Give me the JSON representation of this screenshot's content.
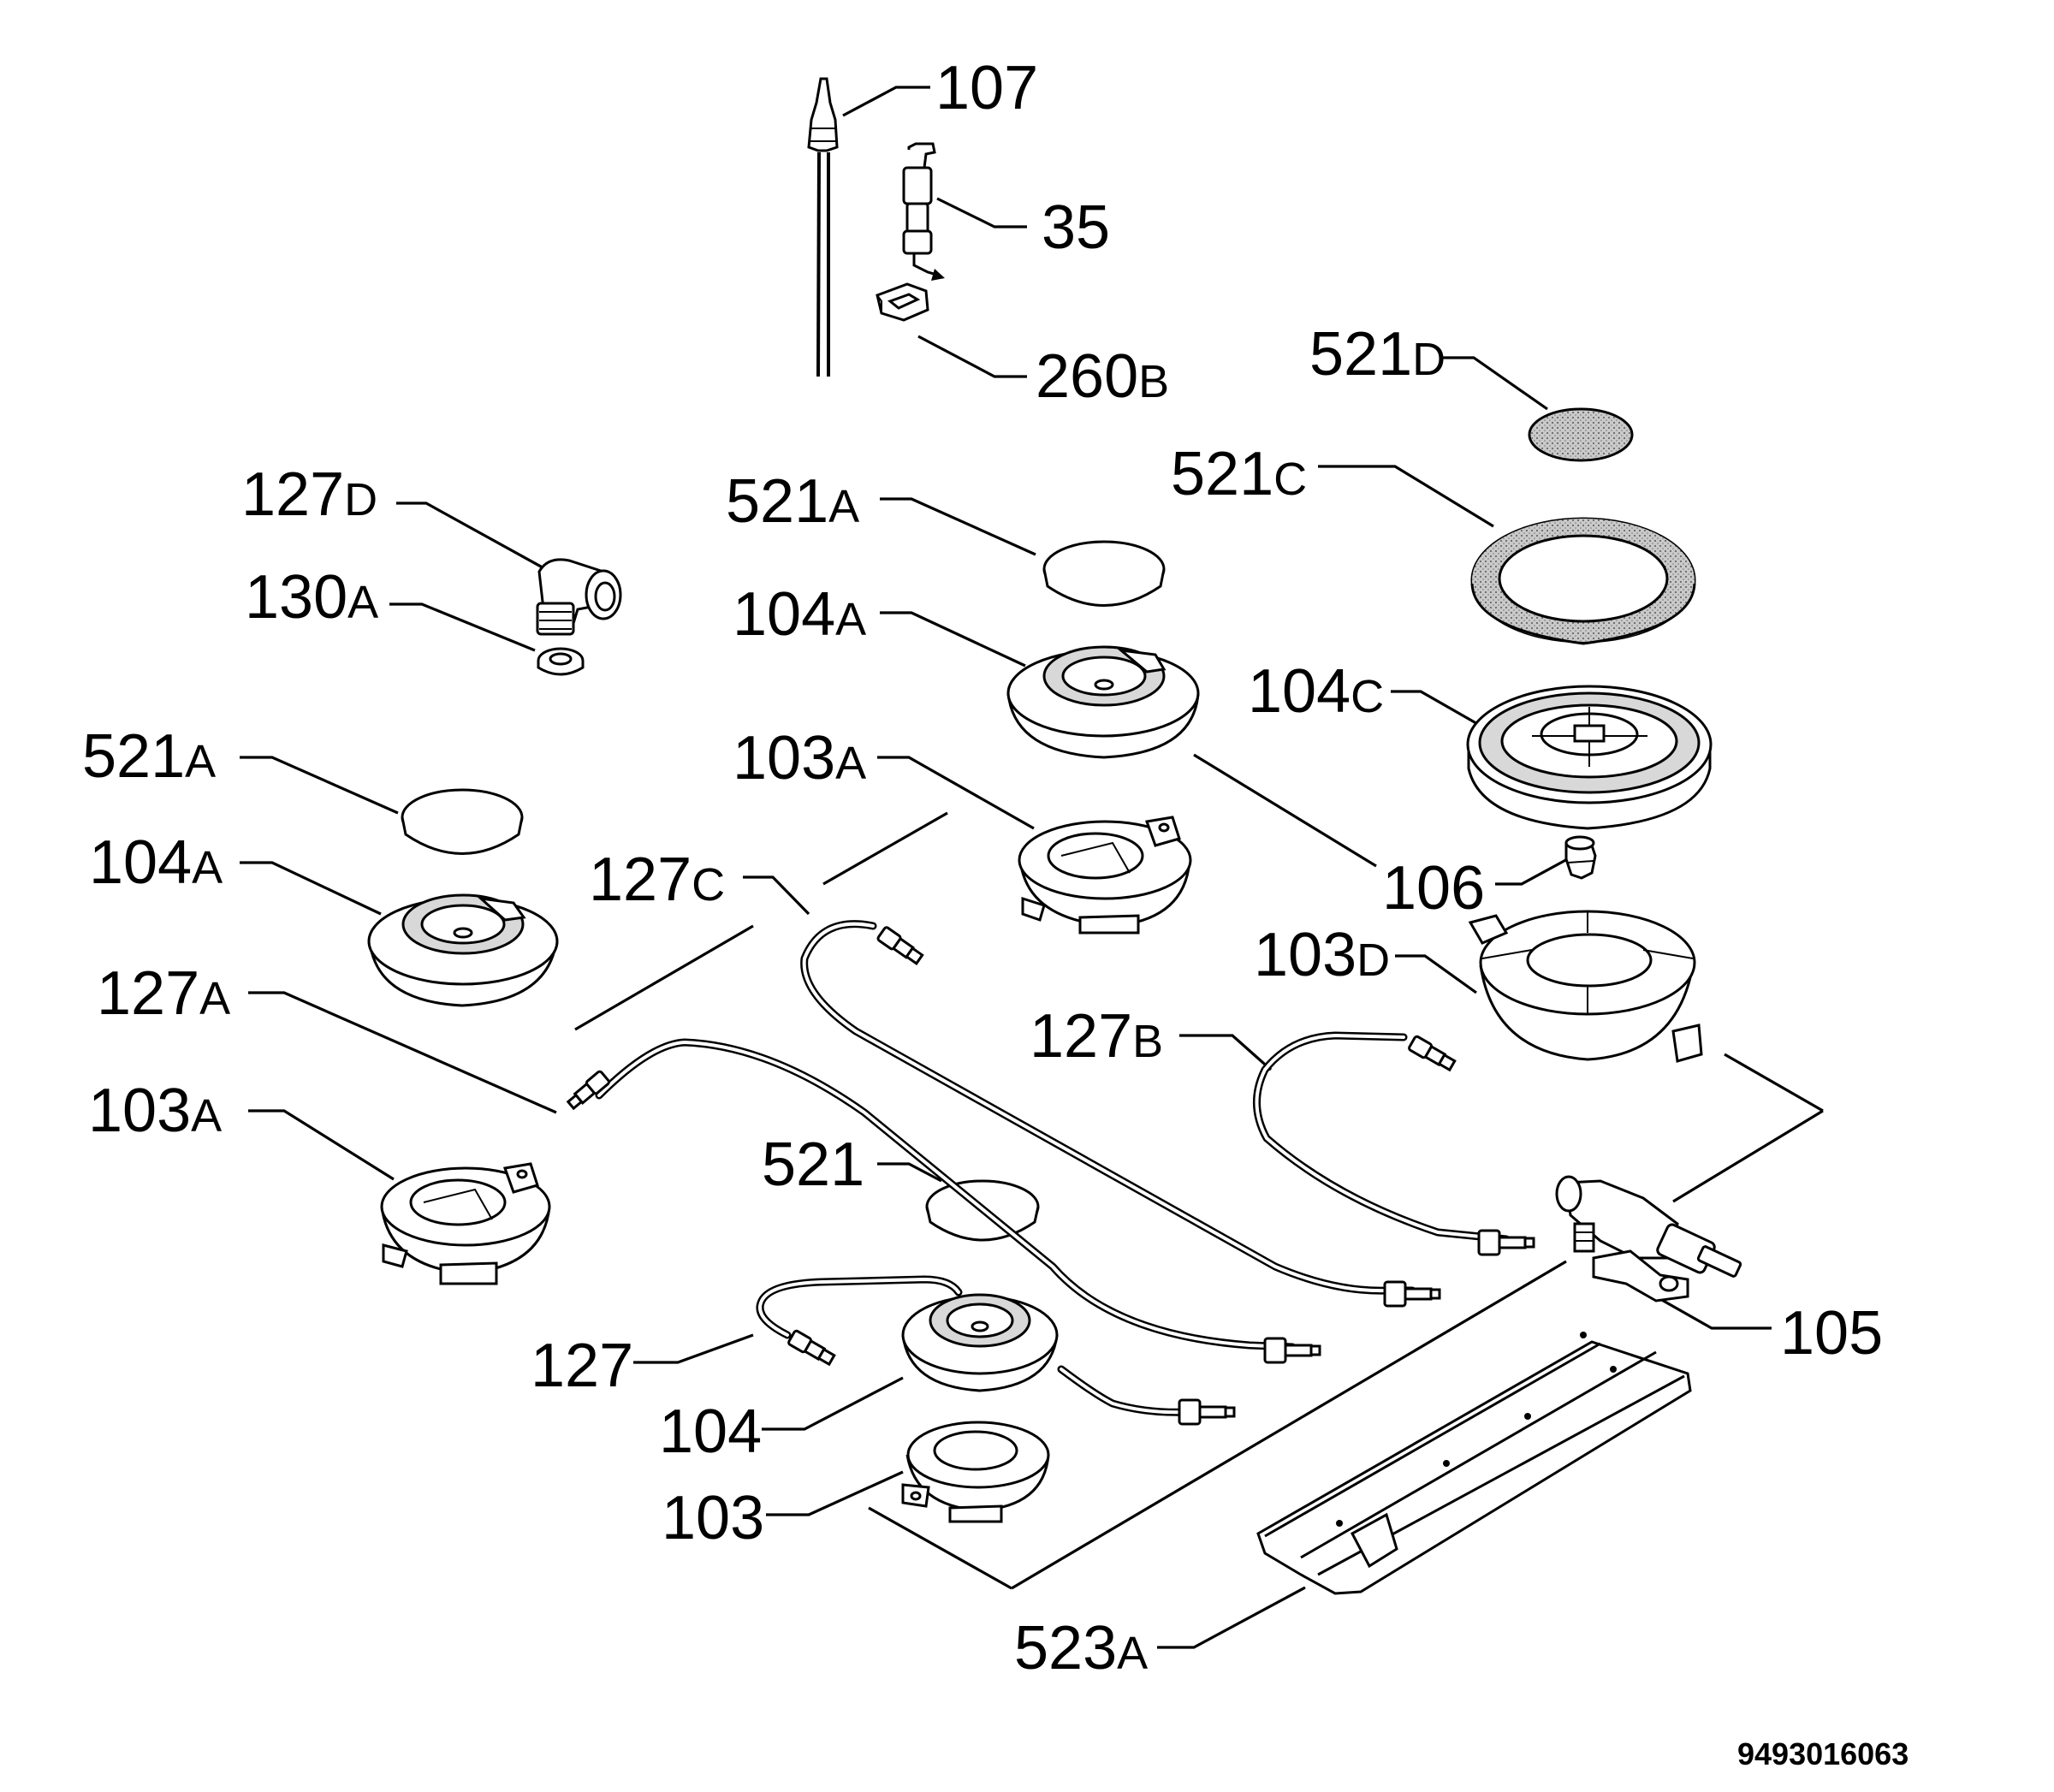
{
  "diagram_code": "9493016063",
  "callouts": {
    "l107": "107",
    "l35": "35",
    "l260b": {
      "num": "260",
      "suf": "B"
    },
    "l521d": {
      "num": "521",
      "suf": "D"
    },
    "l521c": {
      "num": "521",
      "suf": "C"
    },
    "l127d": {
      "num": "127",
      "suf": "D"
    },
    "l130a": {
      "num": "130",
      "suf": "A"
    },
    "l521a_top": {
      "num": "521",
      "suf": "A"
    },
    "l104a_top": {
      "num": "104",
      "suf": "A"
    },
    "l104c": {
      "num": "104",
      "suf": "C"
    },
    "l521a_left": {
      "num": "521",
      "suf": "A"
    },
    "l103a_top": {
      "num": "103",
      "suf": "A"
    },
    "l104a_left": {
      "num": "104",
      "suf": "A"
    },
    "l127c": {
      "num": "127",
      "suf": "C"
    },
    "l106": "106",
    "l103d": {
      "num": "103",
      "suf": "D"
    },
    "l127a": {
      "num": "127",
      "suf": "A"
    },
    "l127b": {
      "num": "127",
      "suf": "B"
    },
    "l103a_left": {
      "num": "103",
      "suf": "A"
    },
    "l521": "521",
    "l105": "105",
    "l127": "127",
    "l104": "104",
    "l103": "103",
    "l523a": {
      "num": "523",
      "suf": "A"
    }
  }
}
